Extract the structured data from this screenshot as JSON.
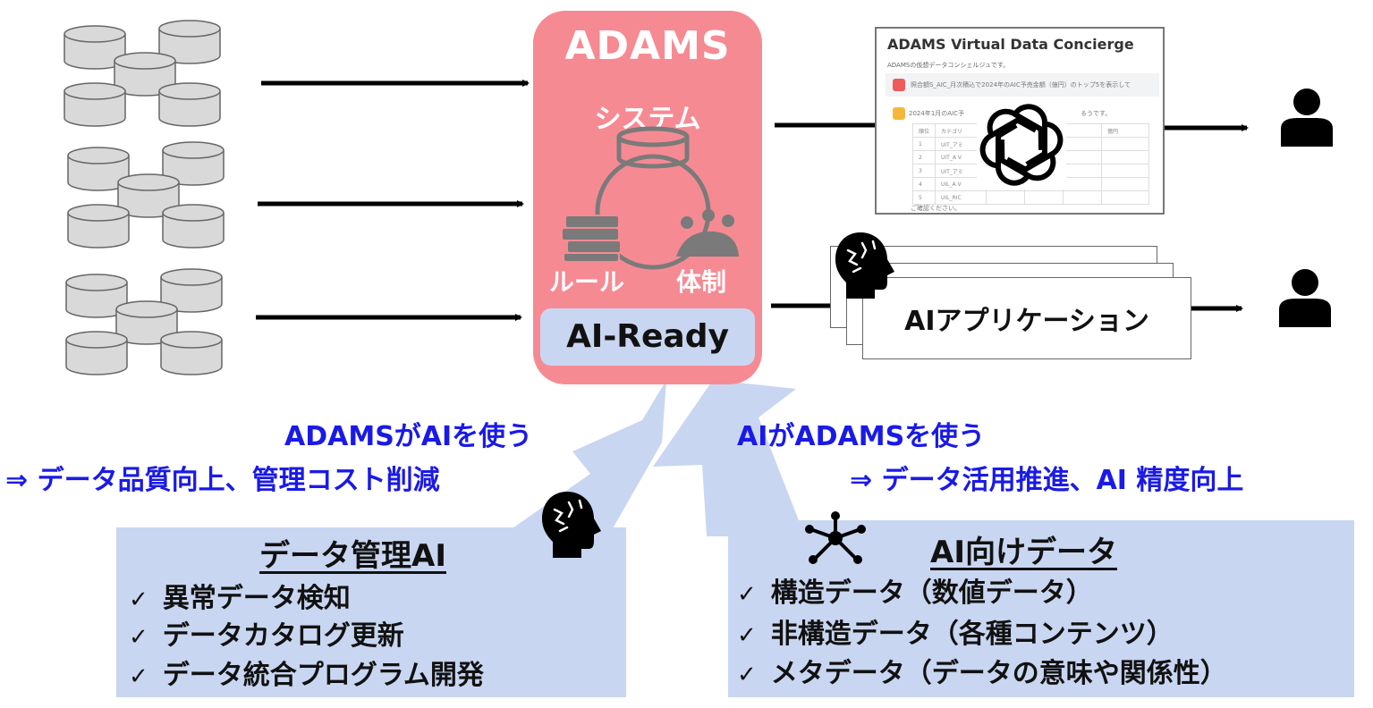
{
  "adams": {
    "title": "ADAMS",
    "system_label": "システム",
    "rule_label": "ルール",
    "organization_label": "体制",
    "ai_ready_label": "AI-Ready",
    "box_color": "#f68a93",
    "ai_ready_color": "#c9d6f1"
  },
  "data_sources": [
    {
      "name": "database-cluster-1"
    },
    {
      "name": "database-cluster-2"
    },
    {
      "name": "database-cluster-3"
    }
  ],
  "concierge": {
    "title": "ADAMS Virtual Data Concierge",
    "subtitle": "ADAMSの仮想データコンシェルジュです。",
    "user_message": "照合額S_AIC_月次積込で2024年のAIC予売金額（億円）のトップ5を表示して",
    "answer_prefix": "2024年1月のAIC予",
    "answer_suffix": "るうです。",
    "table": {
      "headers": [
        "順位",
        "カテゴリ",
        "",
        "",
        "",
        "億円"
      ],
      "rows": [
        [
          "1",
          "UIT_アミ"
        ],
        [
          "2",
          "UIT_A V"
        ],
        [
          "3",
          "UIT_アミ"
        ],
        [
          "4",
          "UIL_A V"
        ],
        [
          "5",
          "UIL_RIC"
        ]
      ]
    },
    "footer": "ご確認ください。",
    "overlay_icon": "openai-logo-icon"
  },
  "ai_application": {
    "label": "AIアプリケーション",
    "icon": "ai-head-icon"
  },
  "users": [
    {
      "icon": "user-icon"
    },
    {
      "icon": "user-icon"
    }
  ],
  "captions": {
    "left_line1": "ADAMSがAIを使う",
    "left_line2": "⇒ データ品質向上、管理コスト削減",
    "right_line1": "AIがADAMSを使う",
    "right_line2": "⇒ データ活用推進、AI 精度向上",
    "color": "#1a1ae6"
  },
  "panels": {
    "left": {
      "title": "データ管理AI",
      "icon": "ai-head-icon",
      "check_mark": "✓",
      "items": [
        "異常データ検知",
        "データカタログ更新",
        "データ統合プログラム開発"
      ]
    },
    "right": {
      "title": "AI向けデータ",
      "icon": "network-hub-icon",
      "check_mark": "✓",
      "items": [
        "構造データ（数値データ）",
        "非構造データ（各種コンテンツ）",
        "メタデータ（データの意味や関係性）"
      ]
    },
    "color": "#c9d6f1"
  }
}
